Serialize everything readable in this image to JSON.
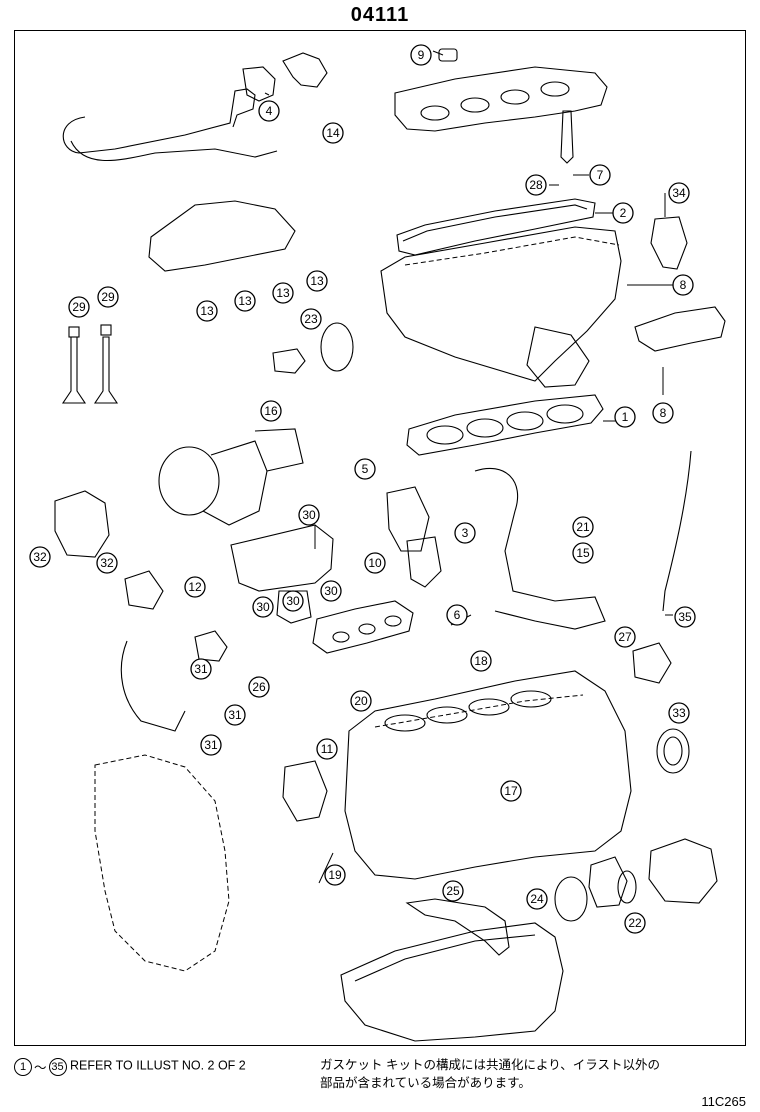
{
  "title": "04111",
  "diagram_code": "11C265",
  "footer": {
    "range_start": "1",
    "range_end": "35",
    "range_sep": "～",
    "refer_text": "REFER TO ILLUST NO. 2 OF 2",
    "jp_line1": "ガスケット キットの構成には共通化により、イラスト以外の",
    "jp_line2": "部品が含まれている場合があります。"
  },
  "callouts": [
    "9",
    "4",
    "14",
    "7",
    "28",
    "2",
    "34",
    "13",
    "13",
    "13",
    "13",
    "29",
    "29",
    "23",
    "8",
    "8",
    "1",
    "16",
    "5",
    "3",
    "30",
    "21",
    "15",
    "10",
    "32",
    "32",
    "12",
    "30",
    "30",
    "30",
    "6",
    "35",
    "27",
    "18",
    "31",
    "26",
    "20",
    "33",
    "31",
    "31",
    "11",
    "17",
    "19",
    "25",
    "24",
    "22"
  ]
}
